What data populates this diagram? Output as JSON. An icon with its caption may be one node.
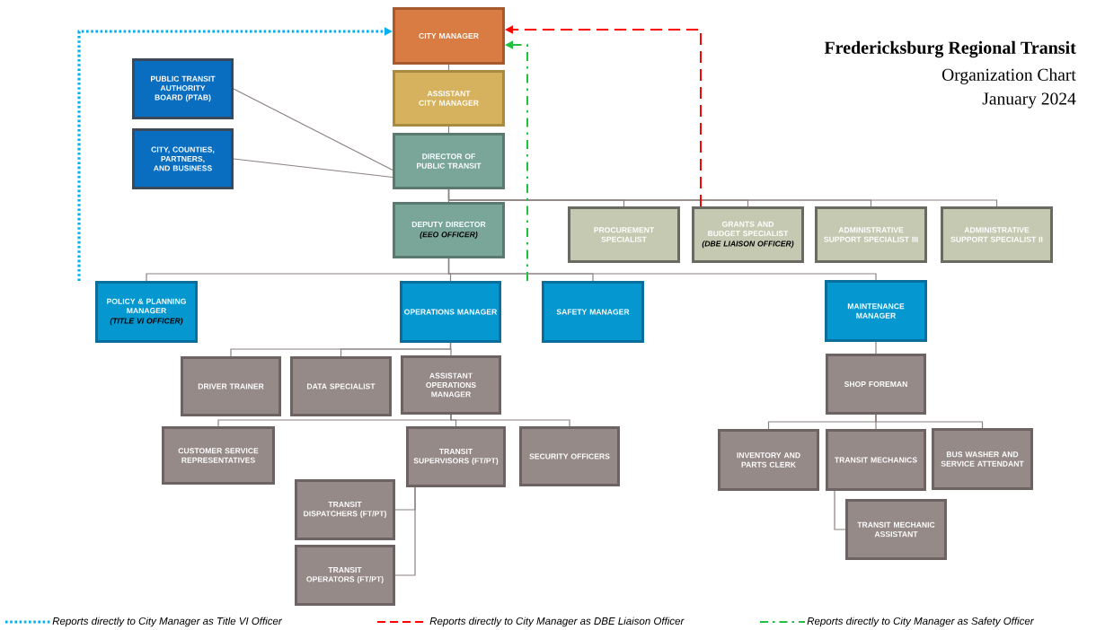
{
  "diagram": {
    "title": "Fredericksburg Regional Transit",
    "nodes": [
      {
        "text": [
          "CITY MANAGER"
        ]
      },
      {
        "text": [
          "ASSISTANT CITY MANAGER"
        ]
      },
      {
        "text": [
          "PUBLIC TRANSIT AUTHORITY BOARD (PTAB)"
        ]
      },
      {
        "text": [
          "CITY, COUNTIES, PARTNERS, AND BUSINESS"
        ]
      },
      {
        "text": [
          "DIRECTOR OF PUBLIC TRANSIT"
        ]
      },
      {
        "text": [
          "DEPUTY DIRECTOR",
          "(EEO OFFICER)"
        ]
      },
      {
        "text": [
          "PROCUREMENT SPECIALIST"
        ]
      },
      {
        "text": [
          "GRANTS AND BUDGET SPECIALIST",
          "(DBE LIAISON OFFICER)"
        ]
      },
      {
        "text": [
          "ADMINISTRATIVE SUPPORT SPECIALIST III"
        ]
      },
      {
        "text": [
          "ADMINISTRATIVE SUPPORT SPECIALIST II"
        ]
      },
      {
        "text": [
          "POLICY & PLANNING MANAGER",
          "(TITLE VI OFFICER)"
        ]
      },
      {
        "text": [
          "OPERATIONS MANAGER"
        ]
      },
      {
        "text": [
          "SAFETY MANAGER"
        ]
      },
      {
        "text": [
          "MAINTENANCE MANAGER"
        ]
      },
      {
        "text": [
          "DRIVER TRAINER"
        ]
      },
      {
        "text": [
          "DATA SPECIALIST"
        ]
      },
      {
        "text": [
          "ASSISTANT OPERATIONS MANAGER"
        ]
      },
      {
        "text": [
          "CUSTOMER SERVICE REPRESENTATIVES"
        ]
      },
      {
        "text": [
          "TRANSIT SUPERVISORS (FT/PT)"
        ]
      },
      {
        "text": [
          "SECURITY OFFICERS"
        ]
      },
      {
        "text": [
          "TRANSIT DISPATCHERS (FT/PT)"
        ]
      },
      {
        "text": [
          "TRANSIT OPERATORS (FT/PT)"
        ]
      },
      {
        "text": [
          "SHOP FOREMAN"
        ]
      },
      {
        "text": [
          "INVENTORY AND PARTS CLERK"
        ]
      },
      {
        "text": [
          "TRANSIT MECHANICS"
        ]
      },
      {
        "text": [
          "BUS WASHER AND SERVICE ATTENDANT"
        ]
      },
      {
        "text": [
          "TRANSIT MECHANIC ASSISTANT"
        ]
      }
    ],
    "edges": [
      {
        "from": 0,
        "to": 1,
        "arrow": "none"
      },
      {
        "from": 1,
        "to": 4,
        "arrow": "none"
      },
      {
        "from": 2,
        "to": 4,
        "arrow": "none"
      },
      {
        "from": 3,
        "to": 4,
        "arrow": "none"
      },
      {
        "from": 4,
        "to": 5,
        "arrow": "none"
      },
      {
        "from": 4,
        "to": 6,
        "arrow": "none"
      },
      {
        "from": 4,
        "to": 7,
        "arrow": "none"
      },
      {
        "from": 4,
        "to": 8,
        "arrow": "none"
      },
      {
        "from": 4,
        "to": 9,
        "arrow": "none"
      },
      {
        "from": 5,
        "to": 10,
        "arrow": "none"
      },
      {
        "from": 5,
        "to": 11,
        "arrow": "none"
      },
      {
        "from": 5,
        "to": 12,
        "arrow": "none"
      },
      {
        "from": 5,
        "to": 13,
        "arrow": "none"
      },
      {
        "from": 11,
        "to": 14,
        "arrow": "none"
      },
      {
        "from": 11,
        "to": 15,
        "arrow": "none"
      },
      {
        "from": 11,
        "to": 16,
        "arrow": "none"
      },
      {
        "from": 16,
        "to": 17,
        "arrow": "none"
      },
      {
        "from": 16,
        "to": 18,
        "arrow": "none"
      },
      {
        "from": 16,
        "to": 19,
        "arrow": "none"
      },
      {
        "from": 18,
        "to": 20,
        "arrow": "none"
      },
      {
        "from": 18,
        "to": 21,
        "arrow": "none"
      },
      {
        "from": 13,
        "to": 22,
        "arrow": "none"
      },
      {
        "from": 22,
        "to": 23,
        "arrow": "none"
      },
      {
        "from": 22,
        "to": 24,
        "arrow": "none"
      },
      {
        "from": 22,
        "to": 25,
        "arrow": "none"
      },
      {
        "from": 24,
        "to": 26,
        "arrow": "none"
      },
      {
        "from": 10,
        "to": 0,
        "arrow": "to",
        "style": "dashed",
        "color": "#00b0f0"
      },
      {
        "from": 7,
        "to": 0,
        "arrow": "to",
        "style": "dashed",
        "color": "#ff0000"
      },
      {
        "from": 12,
        "to": 0,
        "arrow": "to",
        "style": "dashed",
        "color": "#22c040"
      }
    ],
    "labels": [
      "Organization Chart",
      "January 2024"
    ],
    "legend": [
      {
        "text": "Reports directly to City Manager as Title VI Officer"
      },
      {
        "text": "Reports directly to City Manager as DBE Liaison Officer"
      },
      {
        "text": "Reports directly to City Manager as Safety Officer"
      }
    ]
  }
}
